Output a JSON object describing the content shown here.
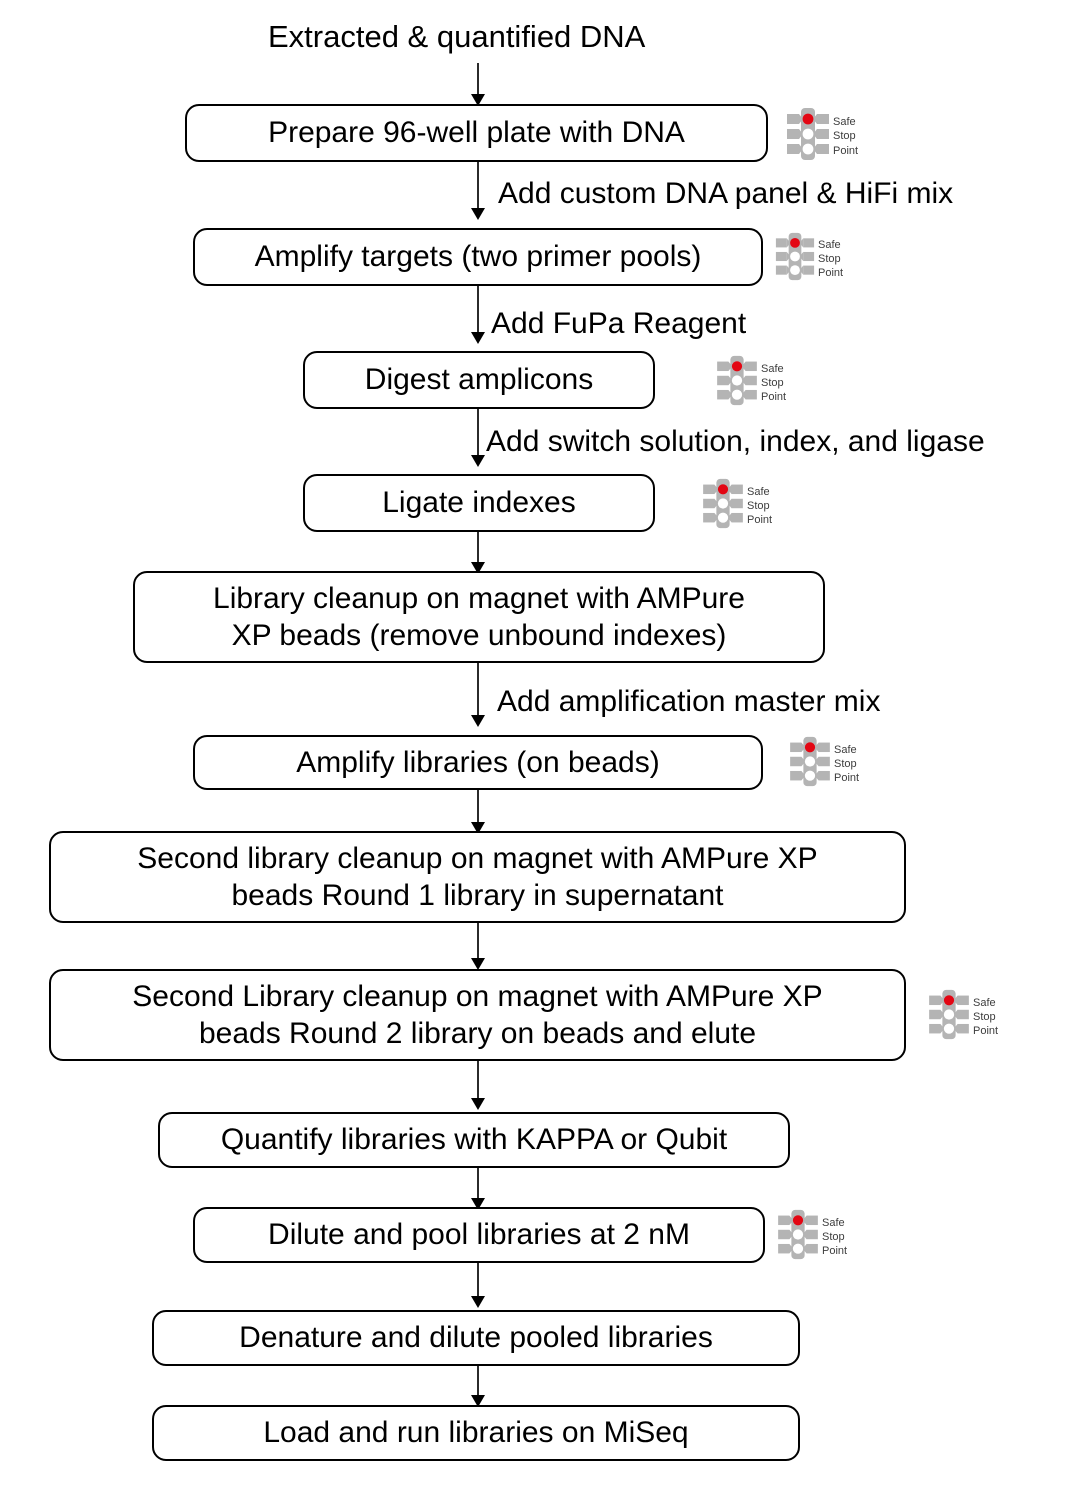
{
  "diagram": {
    "title_note": "NGS library preparation workflow flowchart",
    "start_label": "Extracted & quantified DNA",
    "badge": {
      "icon_name": "traffic-light-icon",
      "lines": [
        "Safe",
        "Stop",
        "Point"
      ],
      "colors": {
        "housing": "#b4b4b4",
        "lamp_on": "#e30613",
        "lamp_off": "#ffffff",
        "text": "#3d3d3d"
      }
    },
    "nodes": [
      {
        "id": "n1",
        "label": "Prepare 96-well plate with DNA",
        "safe_stop": true
      },
      {
        "id": "n2",
        "label": "Amplify targets (two primer pools)",
        "safe_stop": true
      },
      {
        "id": "n3",
        "label": "Digest amplicons",
        "safe_stop": true
      },
      {
        "id": "n4",
        "label": "Ligate indexes",
        "safe_stop": true
      },
      {
        "id": "n5",
        "label": "Library cleanup on magnet with AMPure\nXP beads (remove unbound indexes)",
        "safe_stop": false
      },
      {
        "id": "n6",
        "label": "Amplify libraries (on beads)",
        "safe_stop": true
      },
      {
        "id": "n7",
        "label": "Second library cleanup on magnet with AMPure XP\nbeads Round 1 library in supernatant",
        "safe_stop": false
      },
      {
        "id": "n8",
        "label": "Second Library cleanup on magnet with AMPure XP\nbeads Round 2 library on beads and elute",
        "safe_stop": true
      },
      {
        "id": "n9",
        "label": "Quantify libraries with KAPPA or Qubit",
        "safe_stop": false
      },
      {
        "id": "n10",
        "label": "Dilute and pool libraries at 2 nM",
        "safe_stop": true
      },
      {
        "id": "n11",
        "label": "Denature and dilute pooled libraries",
        "safe_stop": false
      },
      {
        "id": "n12",
        "label": "Load and run libraries on MiSeq",
        "safe_stop": false
      }
    ],
    "edge_labels": [
      {
        "id": "e1",
        "text": "Add custom DNA panel & HiFi mix"
      },
      {
        "id": "e2",
        "text": "Add FuPa Reagent"
      },
      {
        "id": "e3",
        "text": "Add switch solution, index, and ligase"
      },
      {
        "id": "e4",
        "text": "Add amplification master mix"
      }
    ]
  }
}
